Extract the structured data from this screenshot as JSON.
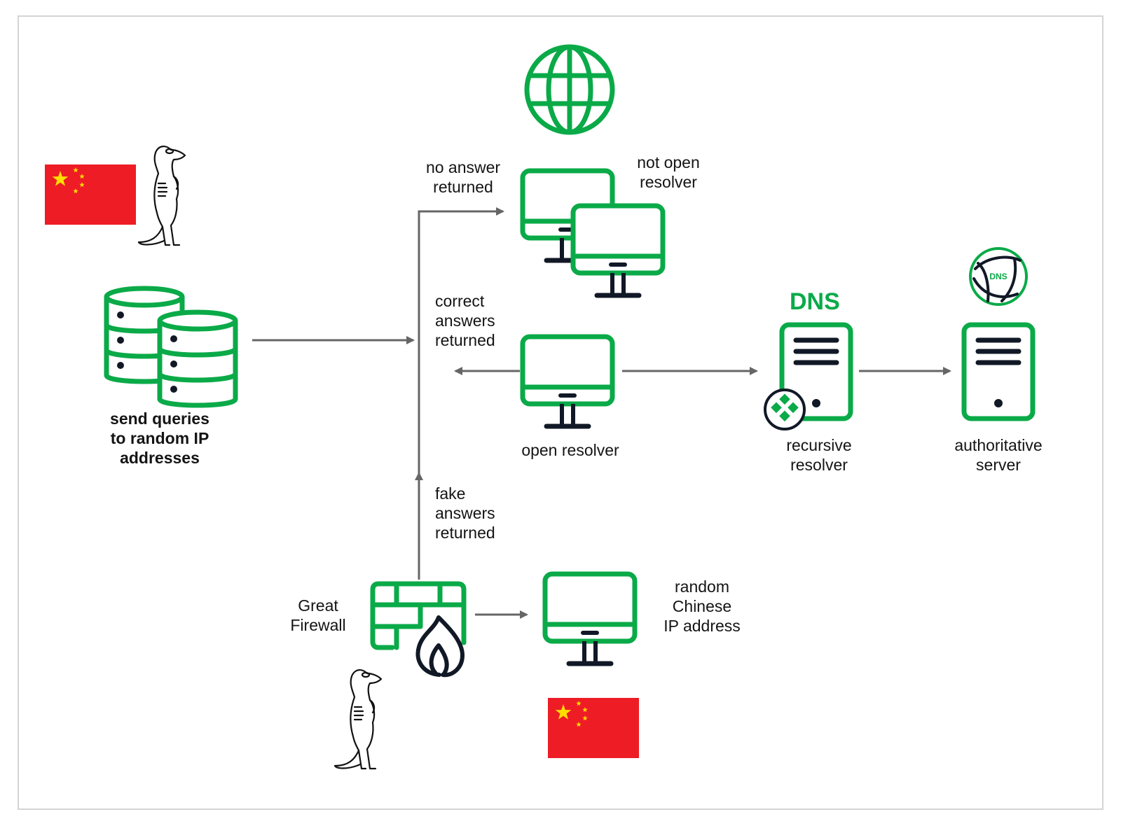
{
  "colors": {
    "accent_green": "#0aaa48",
    "arrow_gray": "#666666",
    "icon_dark": "#111826",
    "flag_red": "#ee1c25",
    "flag_yellow": "#ffde00"
  },
  "nodes": {
    "source": {
      "icon": "database-stack-icon",
      "label": "send queries\nto random IP\naddresses"
    },
    "internet": {
      "icon": "globe-icon"
    },
    "not_open_resolver": {
      "icon": "monitor-pair-icon",
      "label": "not open\nresolver"
    },
    "open_resolver": {
      "icon": "monitor-icon",
      "label": "open resolver"
    },
    "recursive_resolver": {
      "icon": "server-icon",
      "badge_icon": "diamond-cluster-badge-icon",
      "title": "DNS",
      "label": "recursive\nresolver"
    },
    "authoritative_server": {
      "icon": "server-icon",
      "badge_icon": "dns-globe-icon",
      "badge_text": "DNS",
      "label": "authoritative\nserver"
    },
    "great_firewall": {
      "icon": "firewall-icon",
      "label": "Great\nFirewall"
    },
    "random_chinese_ip": {
      "icon": "monitor-icon",
      "label": "random\nChinese\nIP address"
    }
  },
  "edge_labels": {
    "no_answer": "no answer\nreturned",
    "correct_answers": "correct\nanswers\nreturned",
    "fake_answers": "fake\nanswers\nreturned"
  },
  "decorations": {
    "flags": [
      "china-flag",
      "china-flag"
    ],
    "mascots": [
      "meerkat",
      "meerkat"
    ]
  }
}
